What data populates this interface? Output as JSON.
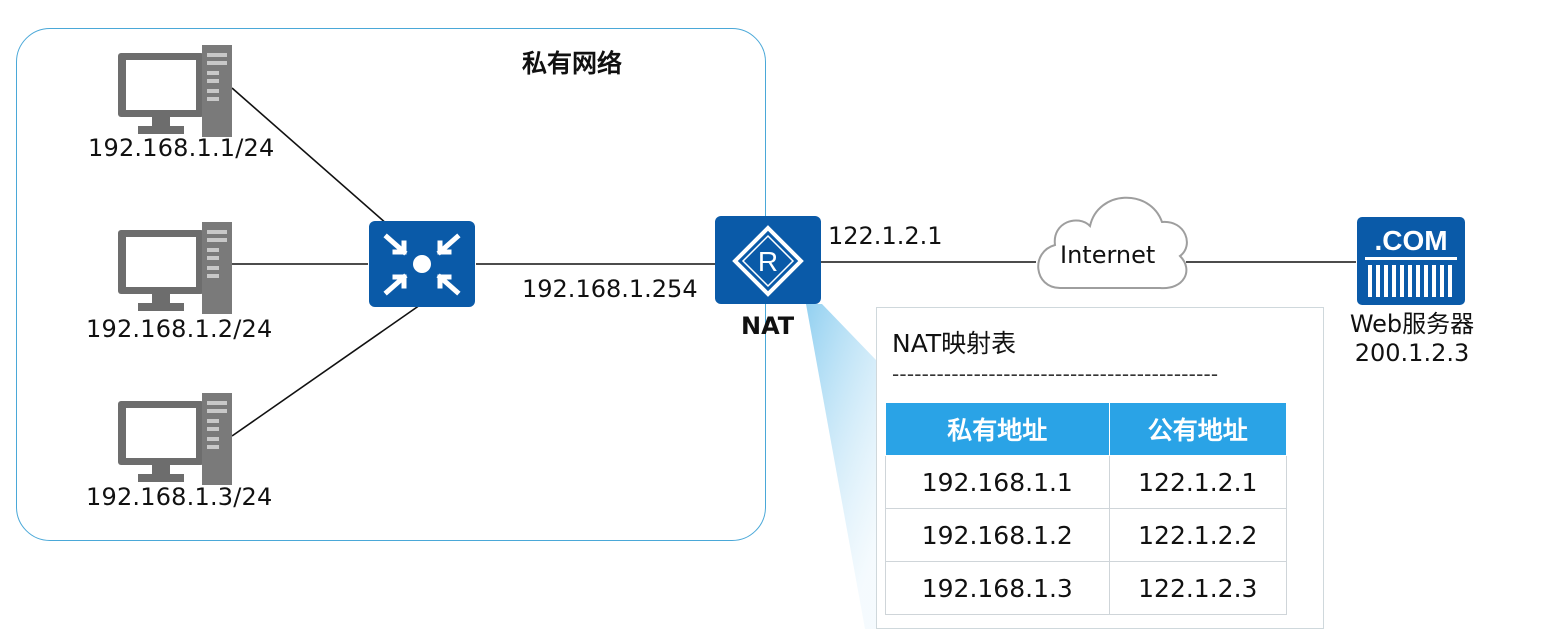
{
  "private_network": {
    "title": "私有网络"
  },
  "hosts": [
    {
      "label": "192.168.1.1/24"
    },
    {
      "label": "192.168.1.2/24"
    },
    {
      "label": "192.168.1.3/24"
    }
  ],
  "router": {
    "lan_ip": "192.168.1.254",
    "wan_ip": "122.1.2.1",
    "label": "NAT",
    "glyph": "R"
  },
  "internet": {
    "label": "Internet"
  },
  "server": {
    "badge": ".COM",
    "name": "Web服务器",
    "ip": "200.1.2.3"
  },
  "nat_table": {
    "title": "NAT映射表",
    "separator": "--------------------------------------------",
    "headers": [
      "私有地址",
      "公有地址"
    ],
    "rows": [
      [
        "192.168.1.1",
        "122.1.2.1"
      ],
      [
        "192.168.1.2",
        "122.1.2.2"
      ],
      [
        "192.168.1.3",
        "122.1.2.3"
      ]
    ]
  },
  "colors": {
    "device_blue": "#0a5aa8",
    "header_blue": "#2aa3e6",
    "border_blue": "#4aa8d8",
    "pc_gray": "#6d6d6d"
  }
}
